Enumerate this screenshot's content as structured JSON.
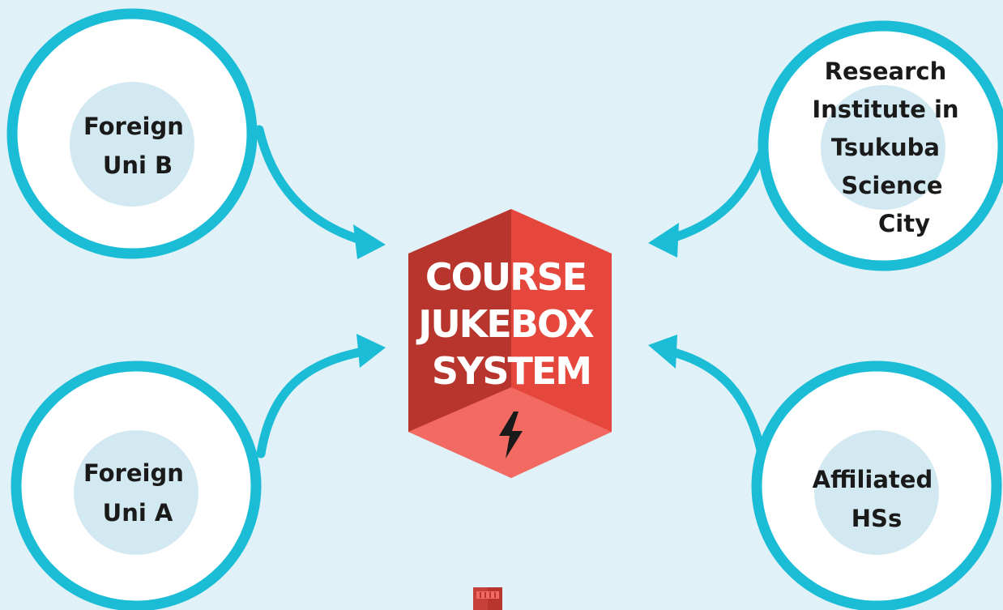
{
  "diagram": {
    "hub": {
      "lines": [
        "COURSE",
        "JUKEBOX",
        "SYSTEM"
      ],
      "icon": "lightning-bolt-icon"
    },
    "nodes": [
      {
        "id": "foreign-uni-b",
        "lines": [
          "Foreign",
          "Uni B"
        ]
      },
      {
        "id": "research-institute",
        "lines": [
          "Research",
          "Institute in",
          "Tsukuba",
          "Science",
          "City"
        ]
      },
      {
        "id": "foreign-uni-a",
        "lines": [
          "Foreign",
          "Uni A"
        ]
      },
      {
        "id": "affiliated-hs",
        "lines": [
          "Affiliated",
          "HSs"
        ]
      }
    ],
    "connections": [
      {
        "from": "foreign-uni-b",
        "to": "hub"
      },
      {
        "from": "research-institute",
        "to": "hub"
      },
      {
        "from": "foreign-uni-a",
        "to": "hub"
      },
      {
        "from": "affiliated-hs",
        "to": "hub"
      }
    ],
    "partial_icon": "device-top-icon",
    "colors": {
      "background": "#e1f1f8",
      "ring": "#1bbcd6",
      "inner_circle": "#d2e9f1",
      "text": "#1a1a1a",
      "hub_top": "#c64138",
      "hub_left": "#b8352d",
      "hub_right": "#e5473c",
      "hub_bottom": "#f26a61",
      "hub_text": "#ffffff"
    }
  }
}
